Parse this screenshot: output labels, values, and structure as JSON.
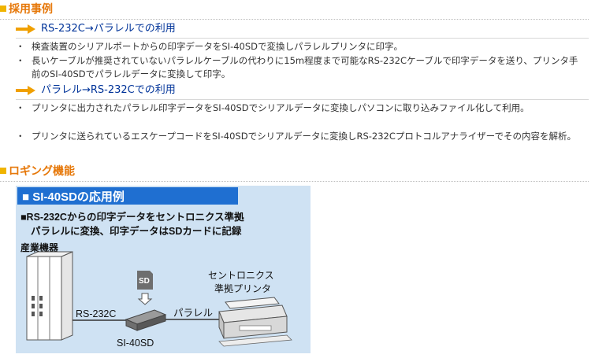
{
  "section1": {
    "title": "採用事例",
    "sub1": {
      "title": "RS-232C→パラレルでの利用",
      "bullets": [
        "検査装置のシリアルポートからの印字データをSI-40SDで変換しパラレルプリンタに印字。",
        "長いケーブルが推奨されていないパラレルケーブルの代わりに15m程度まで可能なRS-232Cケーブルで印字データを送り、プリンタ手前のSI-40SDでパラレルデータに変換して印字。"
      ]
    },
    "sub2": {
      "title": "パラレル→RS-232Cでの利用",
      "bullets": [
        "プリンタに出力されたパラレル印字データをSI-40SDでシリアルデータに変換しパソコンに取り込みファイル化して利用。",
        "プリンタに送られているエスケープコードをSI-40SDでシリアルデータに変換しRS-232Cプロトコルアナライザーでその内容を解析。"
      ]
    }
  },
  "section2": {
    "title": "ロギング機能",
    "diagram": {
      "header": "■ SI-40SDの応用例",
      "caption_line1": "■RS-232Cからの印字データをセントロニクス準拠",
      "caption_line2": "パラレルに変換、印字データはSDカードに記録",
      "machine_label": "産業機器",
      "sd_label": "SD",
      "rs232c_label": "RS-232C",
      "parallel_label": "パラレル",
      "device_label": "SI-40SD",
      "printer_label_line1": "セントロニクス",
      "printer_label_line2": "準拠プリンタ"
    }
  },
  "colors": {
    "heading": "#e6780a",
    "subheading": "#003399",
    "arrow": "#f0a000",
    "diagram_bg": "#cfe2f3"
  }
}
